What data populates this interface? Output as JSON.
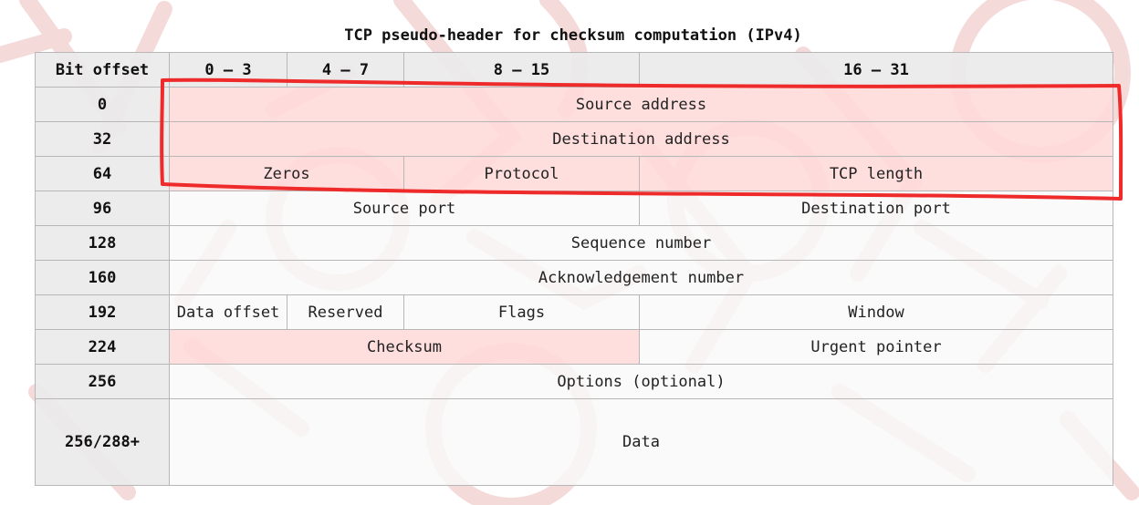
{
  "title": "TCP pseudo-header for checksum computation (IPv4)",
  "header": [
    "Bit offset",
    "0 – 3",
    "4 – 7",
    "8 – 15",
    "16 – 31"
  ],
  "rows": [
    {
      "offset": "0",
      "cells": [
        "Source address"
      ]
    },
    {
      "offset": "32",
      "cells": [
        "Destination address"
      ]
    },
    {
      "offset": "64",
      "cells": [
        "Zeros",
        "Protocol",
        "TCP length"
      ]
    },
    {
      "offset": "96",
      "cells": [
        "Source port",
        "Destination port"
      ]
    },
    {
      "offset": "128",
      "cells": [
        "Sequence number"
      ]
    },
    {
      "offset": "160",
      "cells": [
        "Acknowledgement number"
      ]
    },
    {
      "offset": "192",
      "cells": [
        "Data offset",
        "Reserved",
        "Flags",
        "Window"
      ]
    },
    {
      "offset": "224",
      "cells": [
        "Checksum",
        "Urgent pointer"
      ]
    },
    {
      "offset": "256",
      "cells": [
        "Options (optional)"
      ]
    },
    {
      "offset": "256/288+",
      "cells": [
        "Data"
      ]
    }
  ],
  "colors": {
    "highlight_fill": "#ffd9d9",
    "annotation_stroke": "#ee2a2a",
    "header_fill": "#eaeaea",
    "cell_fill": "#f9f9f9",
    "border": "#b7b7b7",
    "watermark": "#e9b3b3"
  }
}
